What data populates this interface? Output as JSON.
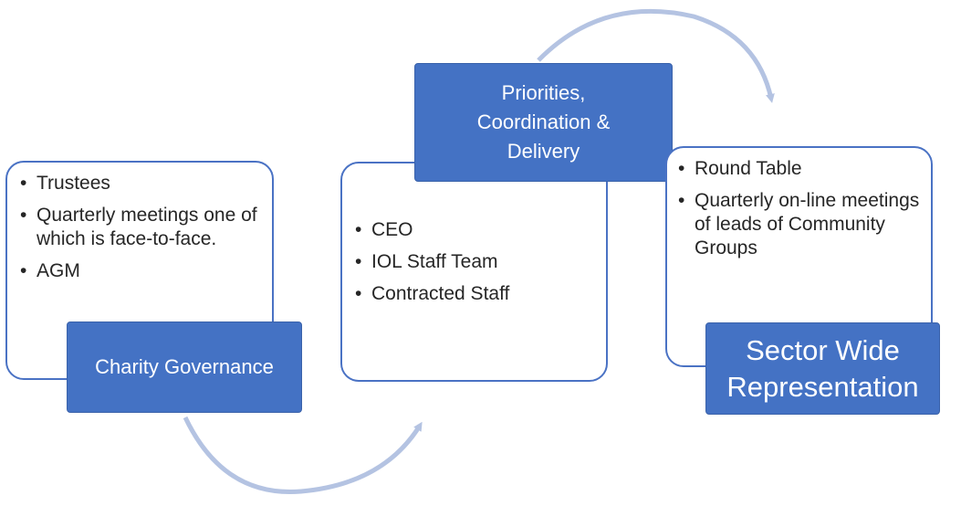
{
  "groups": [
    {
      "title": "Charity Governance",
      "items": [
        "Trustees",
        "Quarterly meetings one of which is face-to-face.",
        "AGM"
      ]
    },
    {
      "title": "Priorities, Coordination & Delivery",
      "items": [
        "CEO",
        "IOL Staff Team",
        "Contracted Staff"
      ]
    },
    {
      "title": "Sector Wide Representation",
      "items": [
        "Round Table",
        "Quarterly on-line meetings of leads of Community Groups"
      ]
    }
  ],
  "colors": {
    "label_fill": "#4472c4",
    "card_border": "#4a72c4",
    "arrow": "#b4c3e2"
  }
}
